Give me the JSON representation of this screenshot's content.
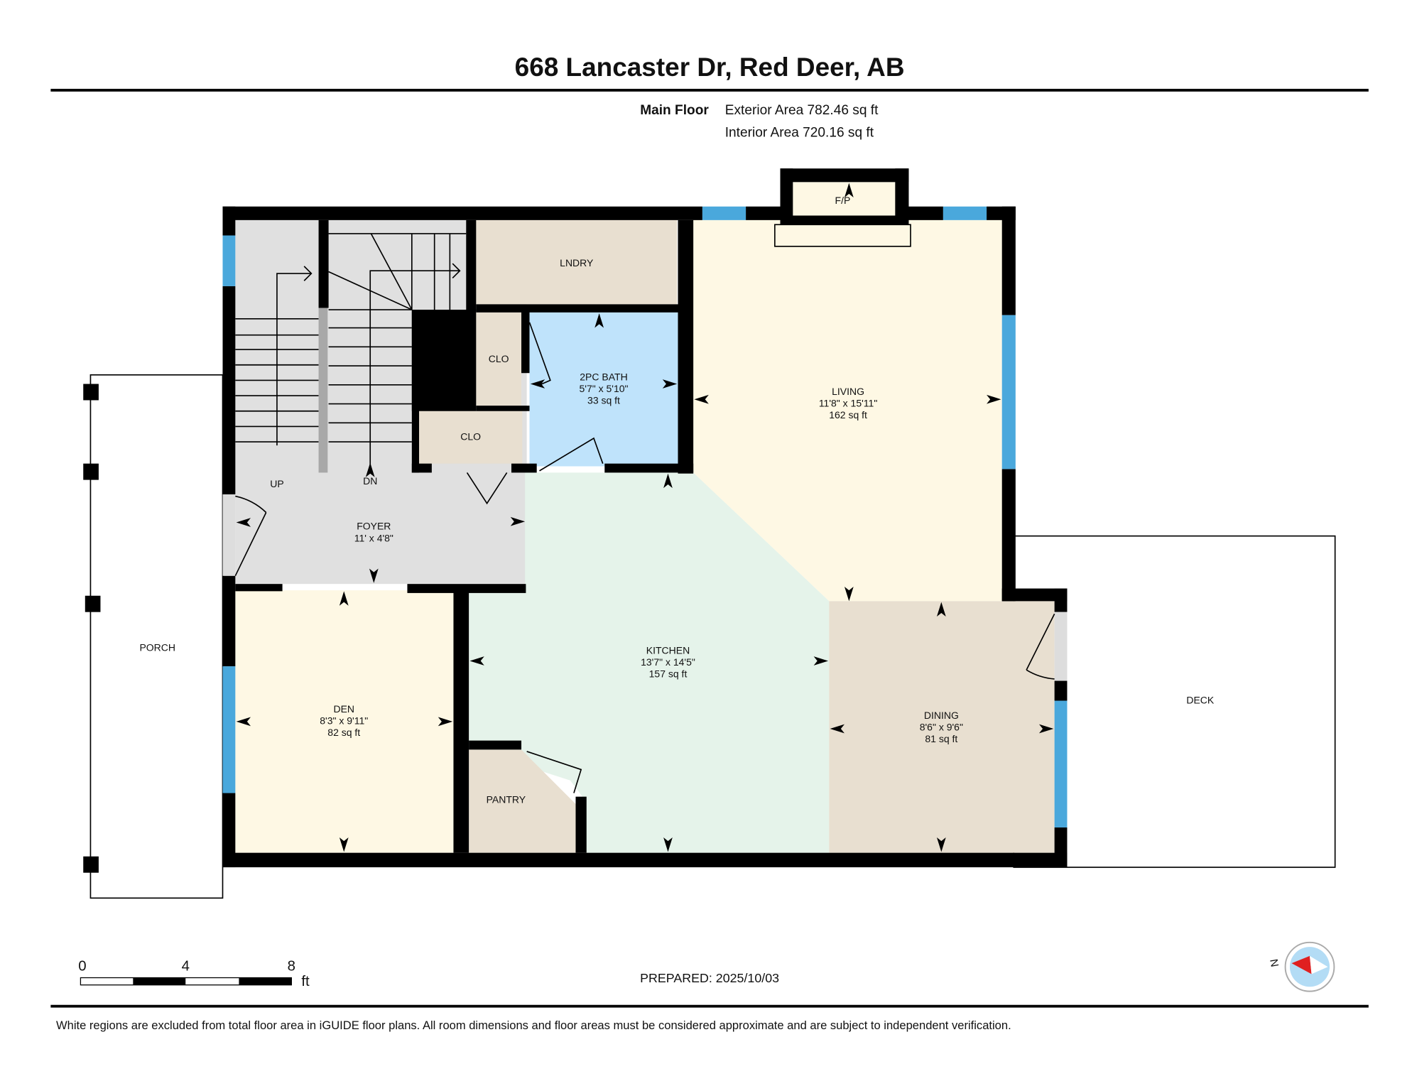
{
  "header": {
    "title": "668 Lancaster Dr, Red Deer, AB",
    "floor_label": "Main Floor",
    "exterior_area": "Exterior Area 782.46 sq ft",
    "interior_area": "Interior Area 720.16 sq ft"
  },
  "rooms": {
    "lndry": {
      "name": "LNDRY"
    },
    "clo1": {
      "name": "CLO"
    },
    "clo2": {
      "name": "CLO"
    },
    "bath": {
      "name": "2PC BATH",
      "dims": "5'7\" x 5'10\"",
      "area": "33 sq ft"
    },
    "living": {
      "name": "LIVING",
      "dims": "11'8\" x 15'11\"",
      "area": "162 sq ft"
    },
    "fp": {
      "name": "F/P"
    },
    "foyer": {
      "name": "FOYER",
      "dims": "11' x 4'8\""
    },
    "up": {
      "name": "UP"
    },
    "dn": {
      "name": "DN"
    },
    "porch": {
      "name": "PORCH"
    },
    "den": {
      "name": "DEN",
      "dims": "8'3\" x 9'11\"",
      "area": "82 sq ft"
    },
    "kitchen": {
      "name": "KITCHEN",
      "dims": "13'7\" x 14'5\"",
      "area": "157 sq ft"
    },
    "pantry": {
      "name": "PANTRY"
    },
    "dining": {
      "name": "DINING",
      "dims": "8'6\" x 9'6\"",
      "area": "81 sq ft"
    },
    "deck": {
      "name": "DECK"
    }
  },
  "colors": {
    "living": "#fef8e4",
    "den": "#fef8e4",
    "kitchen": "#e5f3ea",
    "bath": "#bfe3fb",
    "utility": "#e8dfd0",
    "foyer": "#e0e0e0",
    "window": "#4aa8dc"
  },
  "scale_bar": {
    "ticks": [
      "0",
      "4",
      "8"
    ],
    "unit": "ft"
  },
  "prepared": "PREPARED: 2025/10/03",
  "compass": {
    "label": "N",
    "icon": "compass-icon"
  },
  "footer": {
    "disclaimer": "White regions are excluded from total floor area in iGUIDE floor plans. All room dimensions and floor areas must be considered approximate and are subject to independent verification."
  }
}
